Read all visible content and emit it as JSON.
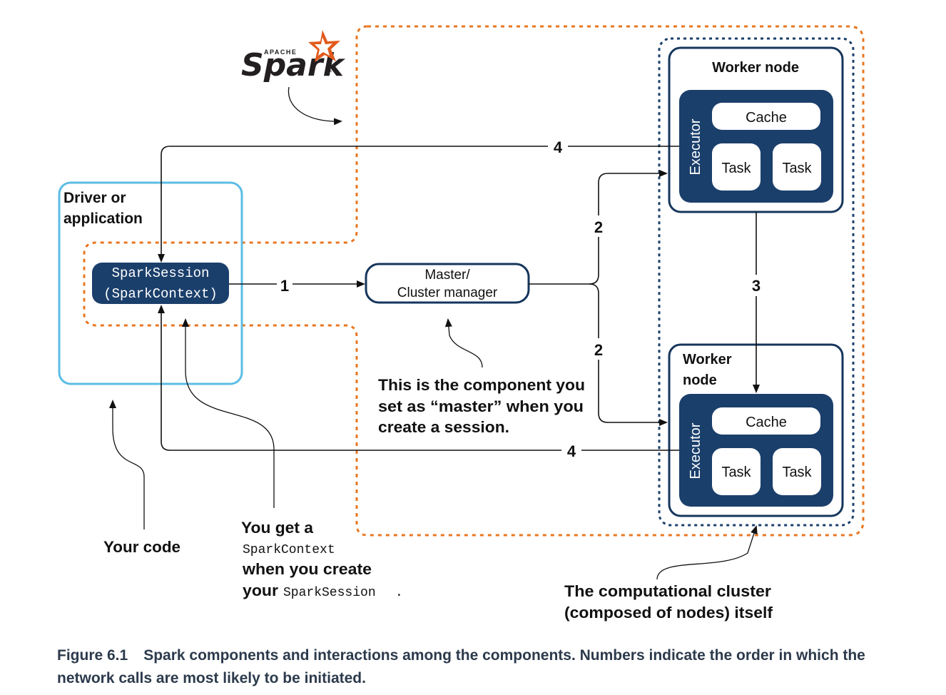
{
  "logo": {
    "top_text": "APACHE",
    "word": "Spark",
    "tm": "™",
    "color": "#e25a1c",
    "text_color": "#231f20"
  },
  "colors": {
    "navy": "#1b3f6b",
    "navy_border": "#16365c",
    "orange_dash": "#e87722",
    "driver_blue": "#5bbde4",
    "cluster_dash": "#1b3f6b"
  },
  "driver": {
    "title_lines": [
      "Driver or",
      "application"
    ]
  },
  "spark_session": {
    "lines": [
      "SparkSession",
      "(SparkContext)"
    ]
  },
  "master": {
    "lines": [
      "Master/",
      "Cluster manager"
    ]
  },
  "workers": [
    {
      "title_lines": [
        "Worker node"
      ],
      "executor_label": "Executor",
      "cache_label": "Cache",
      "tasks": [
        "Task",
        "Task"
      ]
    },
    {
      "title_lines": [
        "Worker",
        "node"
      ],
      "executor_label": "Executor",
      "cache_label": "Cache",
      "tasks": [
        "Task",
        "Task"
      ]
    }
  ],
  "steps": {
    "one": "1",
    "two_a": "2",
    "two_b": "2",
    "three": "3",
    "four_a": "4",
    "four_b": "4"
  },
  "annotations": {
    "master_note": [
      "This is the component you",
      "set as “master” when you",
      "create a session."
    ],
    "your_code": "Your code",
    "get_context": {
      "line1": "You get a",
      "line2": "SparkContext",
      "line3": "when you create",
      "line4_bold": "your",
      "line4_mono": "SparkSession",
      "line4_end": "."
    },
    "cluster_note": [
      "The computational cluster",
      "(composed of nodes) itself"
    ]
  },
  "caption": {
    "number": "Figure 6.1",
    "text": "Spark components and interactions among the components. Numbers indicate the order in which the network calls are most likely to be initiated."
  }
}
